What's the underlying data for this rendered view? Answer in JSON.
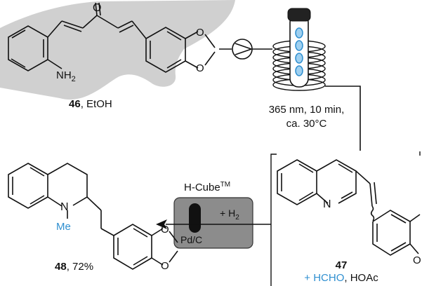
{
  "atoms": {
    "nitrogen": "N",
    "oxygen": "O",
    "amine": "NH",
    "amine_subscript": "2",
    "n_substituent": "Me"
  },
  "compounds": {
    "c46": {
      "number": "46",
      "suffix": ", EtOH"
    },
    "c47": {
      "number": "47",
      "plus": "+ ",
      "reagent": "HCHO",
      "suffix": ", HOAc"
    },
    "c48": {
      "number": "48",
      "suffix": ", 72%"
    }
  },
  "photoreactor": {
    "conditions_line1": "365 nm, 10 min,",
    "conditions_line2": "ca. 30",
    "conditions_unit": "°C"
  },
  "hcube": {
    "name": "H-Cube",
    "trademark": "TM",
    "gas": "+ H",
    "gas_subscript": "2",
    "catalyst": "Pd/C"
  },
  "colors": {
    "accent_blue": "#2f8fd0",
    "backdrop_grey": "#d0d0d0",
    "cartridge_grey": "#8c8c8c"
  }
}
